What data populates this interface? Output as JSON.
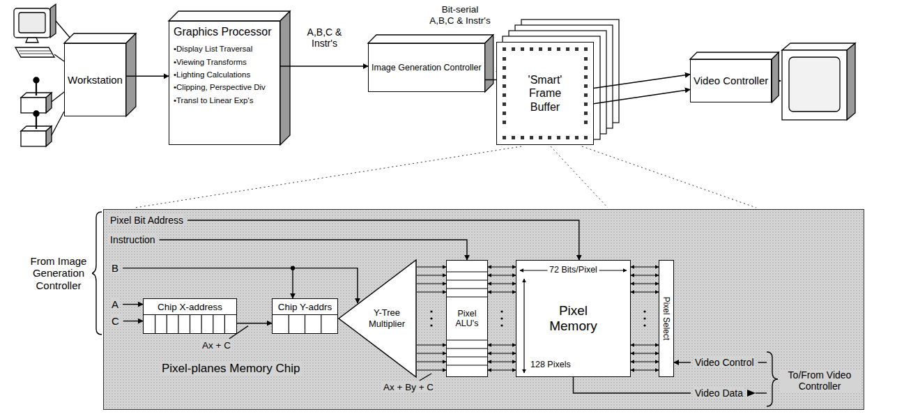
{
  "diagram": {
    "nodes": [
      {
        "text": [
          "Workstation"
        ]
      },
      {
        "text": [
          "Graphics Processor",
          "•Display List Traversal",
          "•Viewing Transforms",
          "•Lighting Calculations",
          "•Clipping, Perspective Div",
          "•Transl to Linear Exp's"
        ]
      },
      {
        "text": [
          "Image Generation Controller"
        ]
      },
      {
        "text": [
          "'Smart' Frame Buffer"
        ]
      },
      {
        "text": [
          "Video Controller"
        ]
      },
      {
        "text": [
          "Pixel-planes Memory Chip"
        ]
      },
      {
        "text": [
          "Chip X-address"
        ],
        "in": 5
      },
      {
        "text": [
          "Chip Y-addrs"
        ],
        "in": 5
      },
      {
        "text": [
          "Y-Tree Multiplier"
        ],
        "in": 5
      },
      {
        "text": [
          "Pixel ALU's"
        ],
        "in": 5
      },
      {
        "text": [
          "72 Bits/Pixel",
          "Pixel Memory",
          "128 Pixels"
        ],
        "in": 5
      },
      {
        "text": [
          "Pixel Select"
        ],
        "in": 5
      }
    ],
    "edges": [
      {
        "from": 0,
        "to": 1,
        "arrow": "to"
      },
      {
        "from": 1,
        "to": 2,
        "label": "A,B,C & Instr's",
        "arrow": "to"
      },
      {
        "from": 2,
        "to": 3,
        "label": "Bit-serial A,B,C & Instr's",
        "arrow": "to"
      },
      {
        "from": 3,
        "to": 4,
        "arrow": "to"
      },
      {
        "from": 6,
        "to": 7,
        "arrow": "to"
      },
      {
        "from": 7,
        "to": 8,
        "arrow": "to"
      },
      {
        "from": 8,
        "to": 9,
        "arrow": "to"
      },
      {
        "from": 9,
        "to": 10,
        "arrow": "both"
      },
      {
        "from": 10,
        "to": 11,
        "arrow": "both"
      }
    ],
    "labels": [
      "Pixel Bit Address",
      "Instruction",
      "B",
      "A",
      "C",
      "Ax + C",
      "Ax + By + C",
      "From Image Generation Controller",
      "Video Control",
      "Video Data",
      "To/From Video Controller"
    ]
  }
}
